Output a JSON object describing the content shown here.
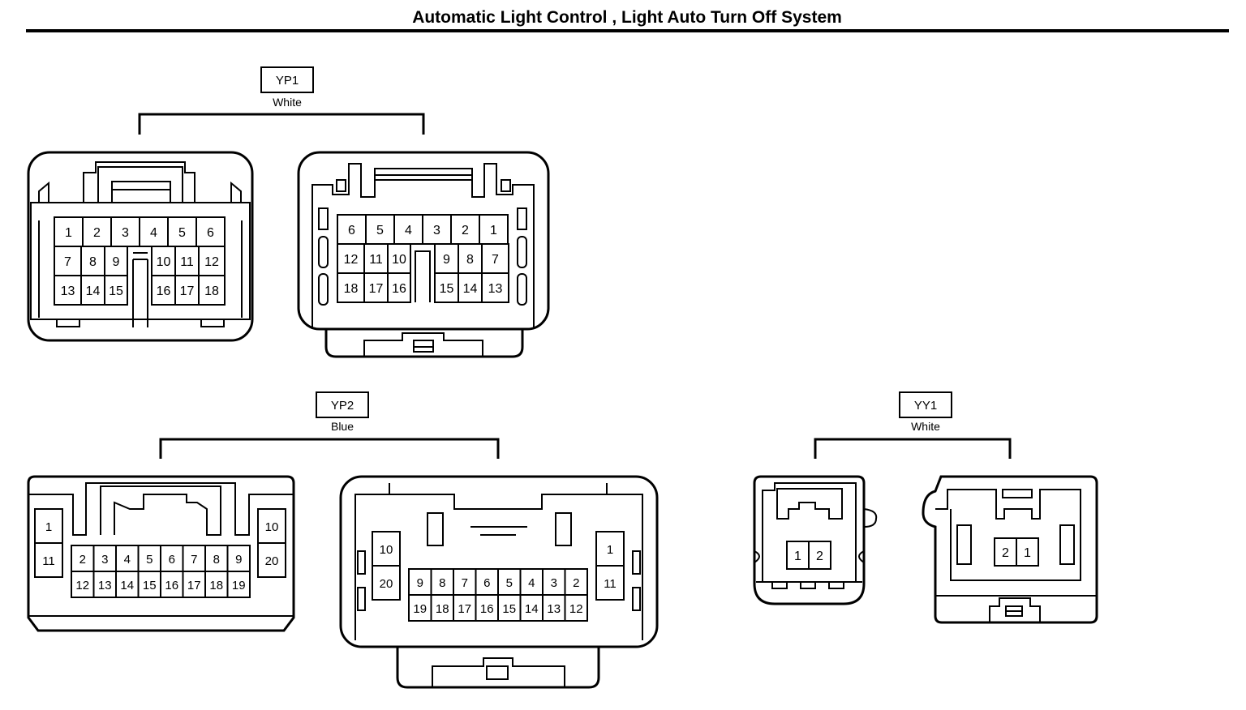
{
  "title": "Automatic Light Control , Light Auto Turn Off System",
  "connectors": [
    {
      "id": "YP1",
      "color": "White",
      "views": [
        {
          "rows": [
            [
              "1",
              "2",
              "3",
              "4",
              "5",
              "6"
            ],
            [
              "7",
              "8",
              "9",
              "10",
              "11",
              "12"
            ],
            [
              "13",
              "14",
              "15",
              "16",
              "17",
              "18"
            ]
          ]
        },
        {
          "rows": [
            [
              "6",
              "5",
              "4",
              "3",
              "2",
              "1"
            ],
            [
              "12",
              "11",
              "10",
              "9",
              "8",
              "7"
            ],
            [
              "18",
              "17",
              "16",
              "15",
              "14",
              "13"
            ]
          ]
        }
      ]
    },
    {
      "id": "YP2",
      "color": "Blue",
      "views": [
        {
          "left": [
            "1",
            "11"
          ],
          "top": [
            "2",
            "3",
            "4",
            "5",
            "6",
            "7",
            "8",
            "9"
          ],
          "bottom": [
            "12",
            "13",
            "14",
            "15",
            "16",
            "17",
            "18",
            "19"
          ],
          "right": [
            "10",
            "20"
          ]
        },
        {
          "left": [
            "10",
            "20"
          ],
          "top": [
            "9",
            "8",
            "7",
            "6",
            "5",
            "4",
            "3",
            "2"
          ],
          "bottom": [
            "19",
            "18",
            "17",
            "16",
            "15",
            "14",
            "13",
            "12"
          ],
          "right": [
            "1",
            "11"
          ]
        }
      ]
    },
    {
      "id": "YY1",
      "color": "White",
      "views": [
        {
          "pins": [
            "1",
            "2"
          ]
        },
        {
          "pins": [
            "2",
            "1"
          ]
        }
      ]
    }
  ]
}
